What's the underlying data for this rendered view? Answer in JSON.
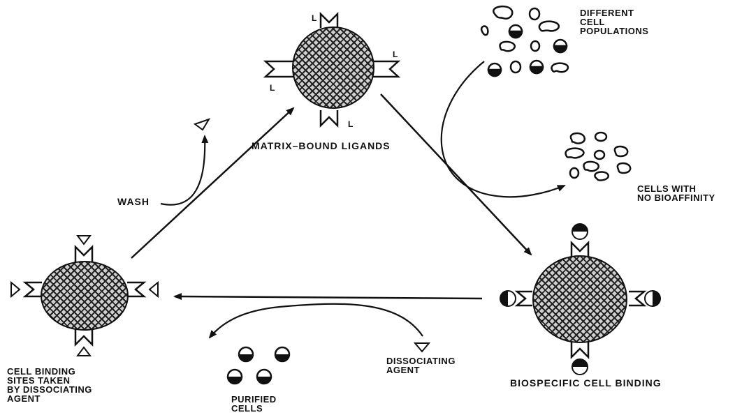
{
  "labels": {
    "matrix_bound_ligands": "MATRIX–BOUND LIGANDS",
    "different_cell_populations": "DIFFERENT\nCELL\nPOPULATIONS",
    "cells_no_bioaffinity": "CELLS WITH\nNO BIOAFFINITY",
    "biospecific_cell_binding": "BIOSPECIFIC CELL BINDING",
    "dissociating_agent": "DISSOCIATING\nAGENT",
    "purified_cells": "PURIFIED\nCELLS",
    "binding_sites_taken": "CELL BINDING\nSITES TAKEN\nBY DISSOCIATING\nAGENT",
    "wash": "WASH"
  },
  "ligand_letter": "L",
  "ligand_letters": [
    "L",
    "L",
    "L",
    "L"
  ],
  "colors": {
    "ink": "#111111",
    "background": "#ffffff",
    "bead_fill": "#cfcfcf"
  }
}
